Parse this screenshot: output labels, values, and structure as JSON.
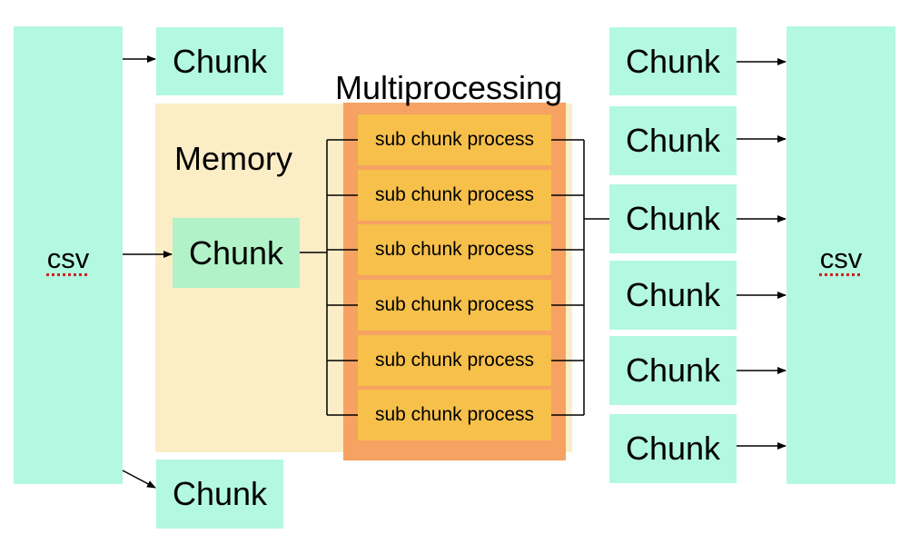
{
  "input_csv": {
    "label": "csv"
  },
  "output_csv": {
    "label": "csv"
  },
  "top_chunk": {
    "label": "Chunk"
  },
  "bottom_chunk": {
    "label": "Chunk"
  },
  "memory": {
    "label": "Memory",
    "chunk_label": "Chunk"
  },
  "multiprocessing": {
    "label": "Multiprocessing",
    "processes": [
      "sub chunk process",
      "sub chunk process",
      "sub chunk process",
      "sub chunk process",
      "sub chunk process",
      "sub chunk process"
    ]
  },
  "output_chunks": [
    "Chunk",
    "Chunk",
    "Chunk",
    "Chunk",
    "Chunk",
    "Chunk"
  ],
  "colors": {
    "csv": "#b3f8e1",
    "chunk": "#b3f8e1",
    "memory_chunk": "#b2f2c9",
    "memory": "#fbedc6",
    "multiprocessing": "#f6a262",
    "sub_process": "#f6c04b"
  }
}
